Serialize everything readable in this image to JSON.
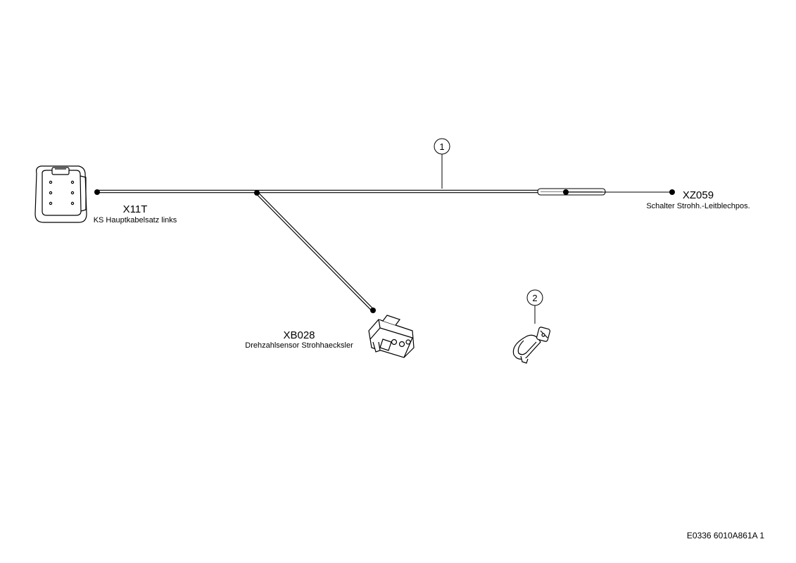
{
  "connectors": [
    {
      "id": "X11T",
      "description": "KS Hauptkabelsatz links"
    },
    {
      "id": "XZ059",
      "description": "Schalter Strohh.-Leitblechpos."
    },
    {
      "id": "XB028",
      "description": "Drehzahlsensor Strohhaecksler"
    }
  ],
  "callouts": [
    "1",
    "2"
  ],
  "document_id": "E0336 6010A861A 1"
}
